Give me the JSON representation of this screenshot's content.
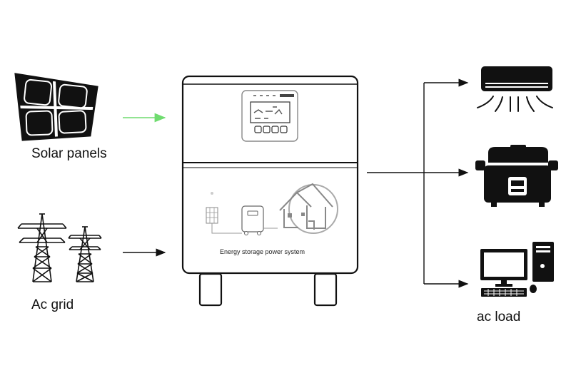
{
  "labels": {
    "solar": "Solar panels",
    "grid": "Ac grid",
    "load": "ac load",
    "device_caption": "Energy storage power system"
  },
  "colors": {
    "solar_arrow": "#6fdc6f",
    "line": "#111111",
    "icon_fill": "#111111"
  },
  "icons": [
    "solar-panel-icon",
    "transmission-tower-icon",
    "energy-storage-unit",
    "air-conditioner-icon",
    "rice-cooker-icon",
    "desktop-computer-icon"
  ]
}
